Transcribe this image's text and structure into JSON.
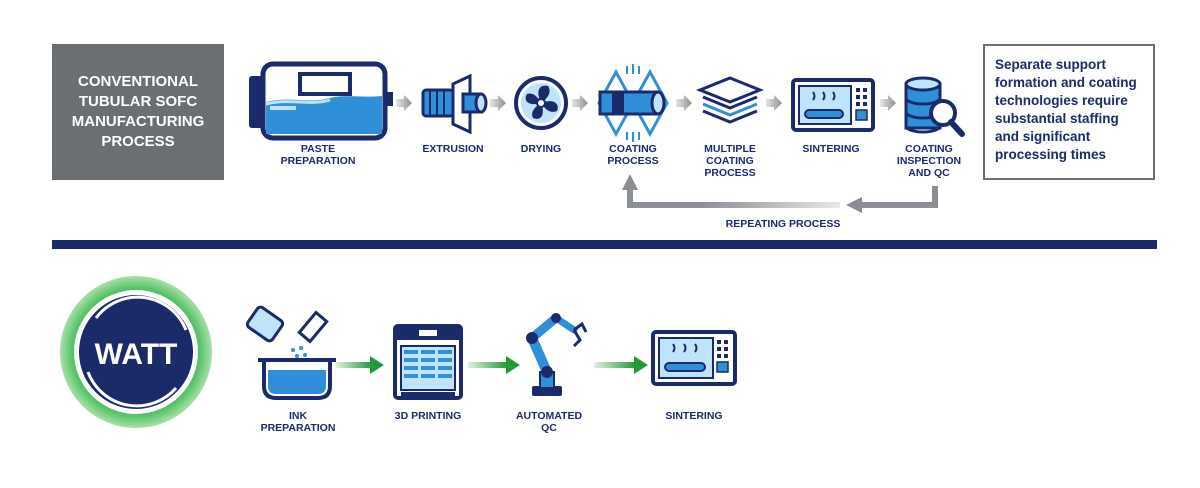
{
  "conventional": {
    "title": "CONVENTIONAL\nTUBULAR SOFC\nMANUFACTURING\nPROCESS",
    "steps": [
      {
        "label": "PASTE\nPREPARATION",
        "icon": "paste-mixer-icon"
      },
      {
        "label": "EXTRUSION",
        "icon": "extrusion-icon"
      },
      {
        "label": "DRYING",
        "icon": "fan-icon"
      },
      {
        "label": "COATING\nPROCESS",
        "icon": "coating-icon"
      },
      {
        "label": "MULTIPLE\nCOATING\nPROCESS",
        "icon": "layers-icon"
      },
      {
        "label": "SINTERING",
        "icon": "kiln-icon"
      },
      {
        "label": "COATING\nINSPECTION\nAND QC",
        "icon": "database-search-icon"
      }
    ],
    "repeat_label": "REPEATING PROCESS",
    "note": "Separate support formation and coating technologies require substantial staffing and significant processing times"
  },
  "watt": {
    "logo_text": "WATT",
    "steps": [
      {
        "label": "INK\nPREPARATION",
        "icon": "ink-pour-icon"
      },
      {
        "label": "3D PRINTING",
        "icon": "3d-printer-icon"
      },
      {
        "label": "AUTOMATED\nQC",
        "icon": "robot-arm-icon"
      },
      {
        "label": "SINTERING",
        "icon": "kiln-icon"
      }
    ]
  },
  "colors": {
    "navy": "#1b2a6b",
    "blue": "#2f8fd8",
    "light_blue": "#bfe3fa",
    "gray": "#6b6e73",
    "green": "#1e9a3a"
  }
}
